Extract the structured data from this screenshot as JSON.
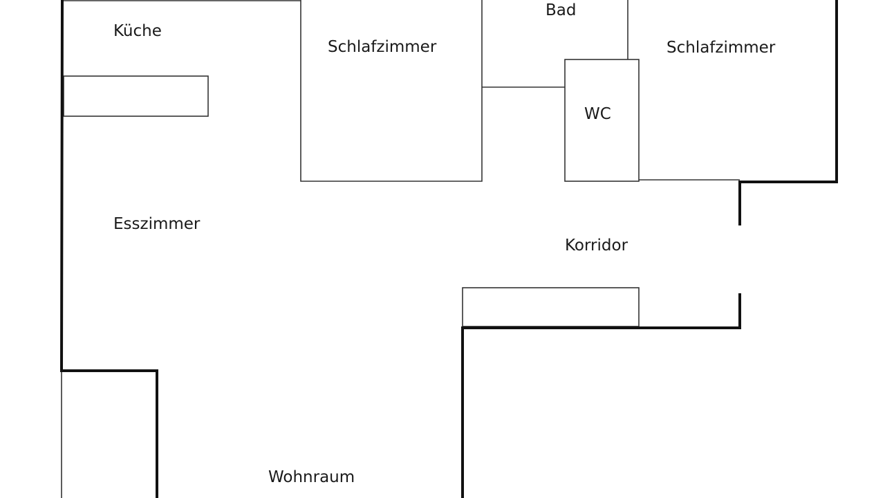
{
  "rooms": {
    "kitchen": "Küche",
    "bedroom_1": "Schlafzimmer",
    "bathroom": "Bad",
    "bedroom_2": "Schlafzimmer",
    "wc": "WC",
    "dining_room": "Esszimmer",
    "corridor": "Korridor",
    "living_room": "Wohnraum"
  },
  "colors": {
    "background": "#ffffff",
    "thin_line": "#333333",
    "thick_wall": "#111111",
    "label_text": "#1a1a1a"
  }
}
